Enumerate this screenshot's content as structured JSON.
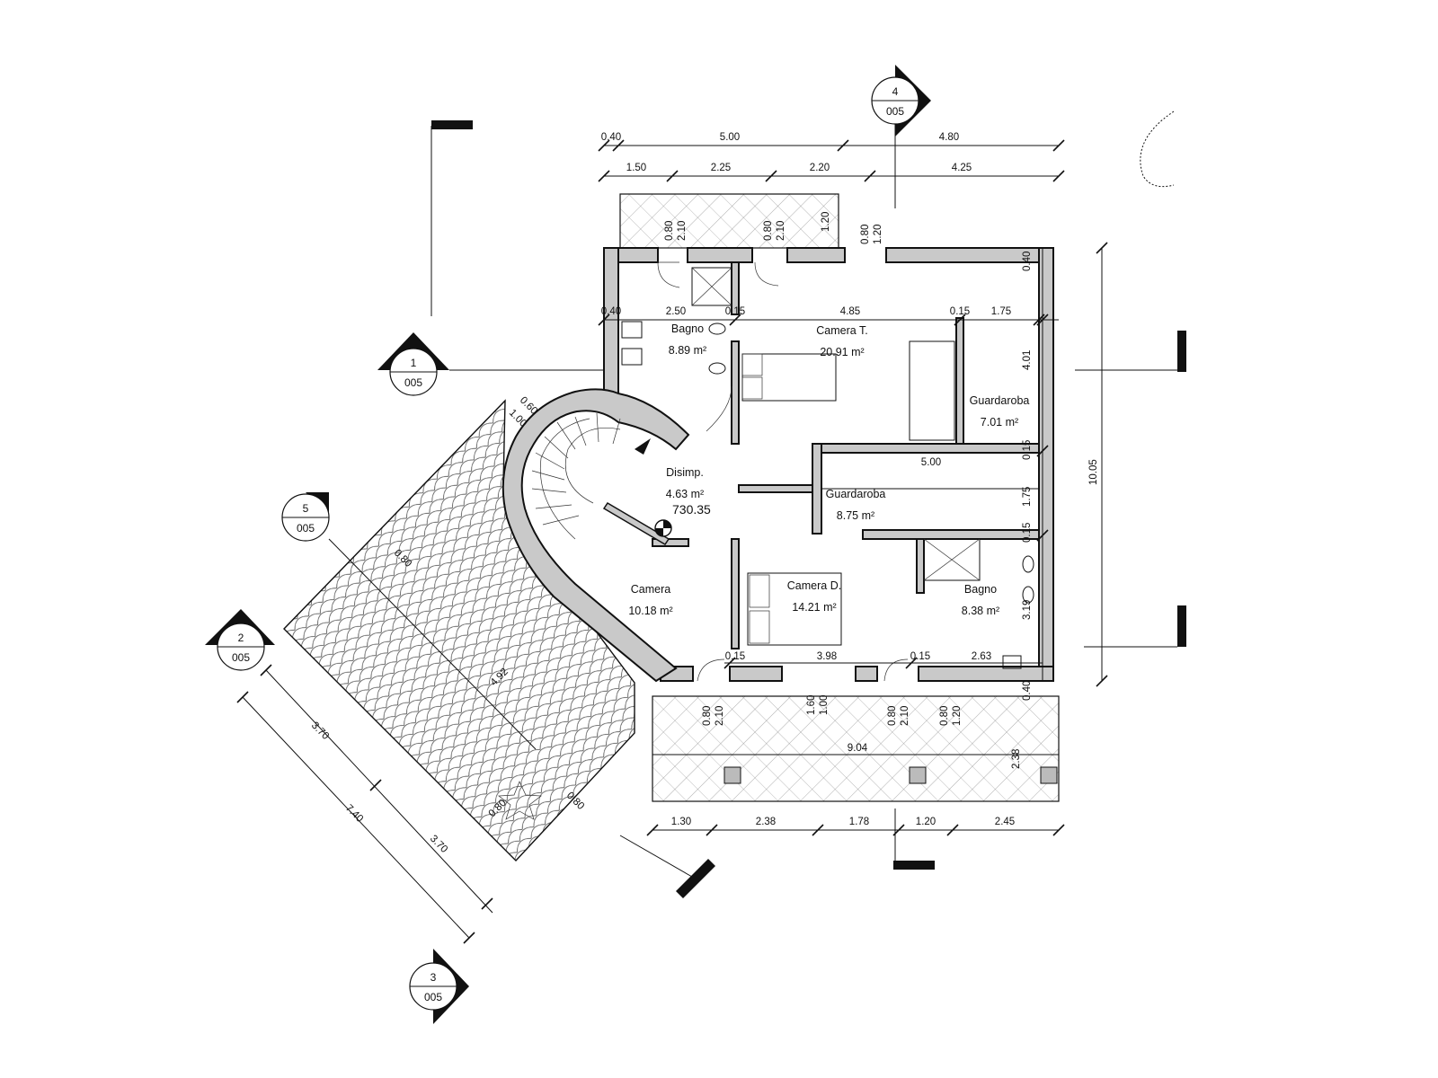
{
  "rooms": [
    {
      "name": "Bagno",
      "area": "8.89 m²"
    },
    {
      "name": "Camera T.",
      "area": "20.91 m²"
    },
    {
      "name": "Guardaroba",
      "area": "7.01 m²"
    },
    {
      "name": "Disimp.",
      "area": "4.63 m²"
    },
    {
      "name": "Guardaroba",
      "area": "8.75 m²"
    },
    {
      "name": "Camera",
      "area": "10.18 m²"
    },
    {
      "name": "Camera D.",
      "area": "14.21 m²"
    },
    {
      "name": "Bagno",
      "area": "8.38 m²"
    }
  ],
  "elevation": "730.35",
  "sections": [
    {
      "number": "1",
      "sheet": "005"
    },
    {
      "number": "2",
      "sheet": "005"
    },
    {
      "number": "3",
      "sheet": "005"
    },
    {
      "number": "4",
      "sheet": "005"
    },
    {
      "number": "5",
      "sheet": "005"
    }
  ],
  "dimensions": {
    "top_outer": [
      "0.40",
      "5.00",
      "4.80"
    ],
    "top_inner": [
      "1.50",
      "2.25",
      "2.20",
      "4.25"
    ],
    "top_openings": [
      "0.80",
      "2.10",
      "0.80",
      "2.10",
      "1.20",
      "0.80",
      "1.20"
    ],
    "upper_interior": [
      "0.40",
      "2.50",
      "0.15",
      "4.85",
      "0.15",
      "1.75"
    ],
    "right_vertical": [
      "0.40",
      "4.01",
      "0.15",
      "1.75",
      "0.15",
      "3.19",
      "0.40"
    ],
    "right_overall": "10.05",
    "closet_width": "5.00",
    "lower_interior": [
      "0.15",
      "3.98",
      "0.15",
      "2.63"
    ],
    "bottom_openings": [
      "0.80",
      "2.10",
      "1.60",
      "1.00",
      "0.80",
      "2.10",
      "0.80",
      "1.20"
    ],
    "terrace_width": "9.04",
    "terrace_depth": "2.38",
    "bottom_outer": [
      "1.30",
      "2.38",
      "1.78",
      "1.20",
      "2.45"
    ],
    "roof": [
      "0.60",
      "1.00",
      "0.80",
      "4.92",
      "0.80",
      "0.80",
      "3.70",
      "7.40",
      "3.70"
    ]
  }
}
